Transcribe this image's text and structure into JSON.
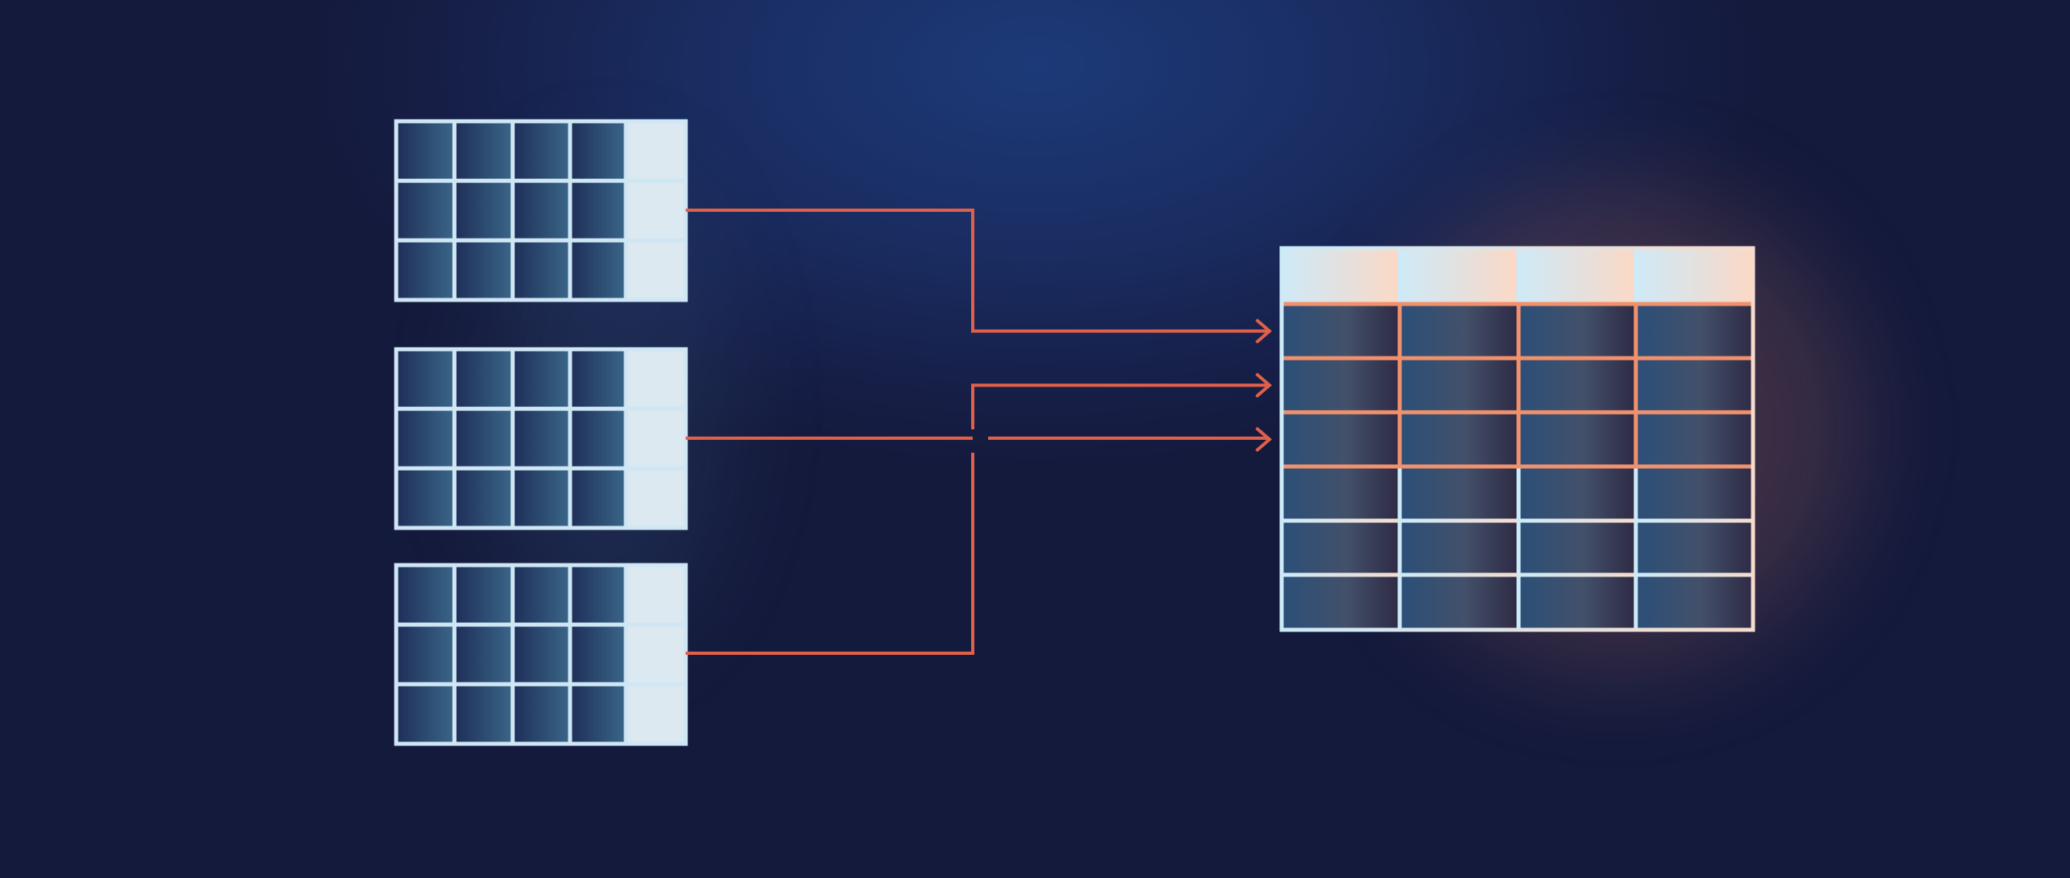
{
  "diagram": {
    "source_tables": [
      {
        "rows": 3,
        "columns": 5,
        "highlight_column": 5
      },
      {
        "rows": 3,
        "columns": 5,
        "highlight_column": 5
      },
      {
        "rows": 3,
        "columns": 5,
        "highlight_column": 5
      }
    ],
    "target_table": {
      "header_rows": 1,
      "body_rows": 6,
      "columns": 4,
      "highlighted_rows": [
        1,
        2,
        3
      ]
    },
    "connectors": [
      {
        "from": "source-table-1",
        "to_row": 1
      },
      {
        "from": "source-table-2",
        "to_row": 3
      },
      {
        "from": "source-table-3",
        "to_row": 2
      }
    ],
    "colors": {
      "background": "#1a2d62",
      "source_grid_line": "#cfe6f5",
      "highlight_column": "#dde9f0",
      "connector": "#e0604a",
      "target_header_left": "#cfeaf7",
      "target_header_right": "#fcd8c4",
      "target_highlight_line": "#f0906c"
    }
  }
}
